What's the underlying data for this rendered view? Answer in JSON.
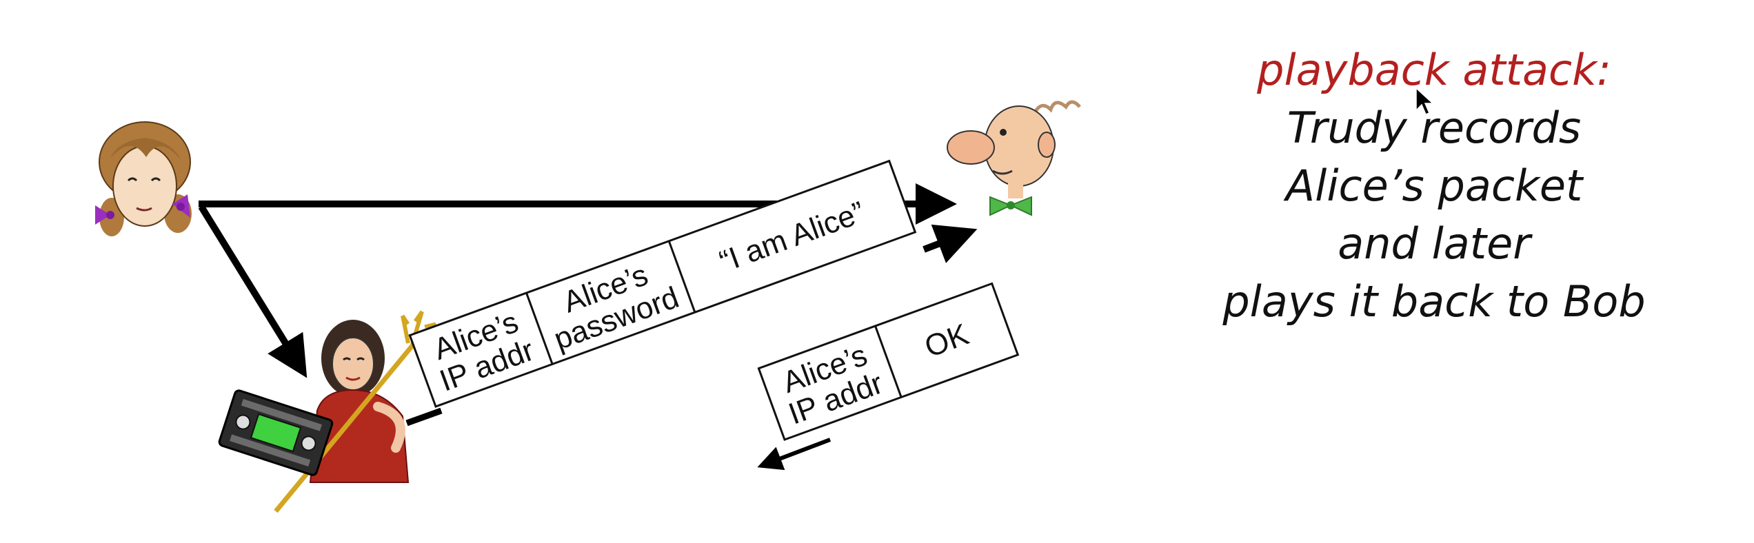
{
  "caption": {
    "title": "playback attack:",
    "lines": [
      "Trudy records",
      "Alice’s packet",
      "and later",
      "plays it back to Bob"
    ]
  },
  "packet_top": {
    "field1_line1": "Alice’s",
    "field1_line2": "IP addr",
    "field2_line1": "Alice’s",
    "field2_line2": "password",
    "field3": "“I am Alice”"
  },
  "packet_reply": {
    "field1_line1": "Alice’s",
    "field1_line2": "IP addr",
    "field2": "OK"
  },
  "colors": {
    "title": "#b3201f",
    "text": "#111111",
    "arrow": "#000000",
    "alice_hair": "#b07a3c",
    "alice_bow": "#9a2fbf",
    "bob_tie": "#4fb848",
    "trudy_dress": "#b22a1e",
    "recorder_screen": "#3fd13f"
  },
  "icons": [
    "alice-icon",
    "bob-icon",
    "trudy-icon",
    "recorder-icon",
    "pitchfork-icon"
  ]
}
